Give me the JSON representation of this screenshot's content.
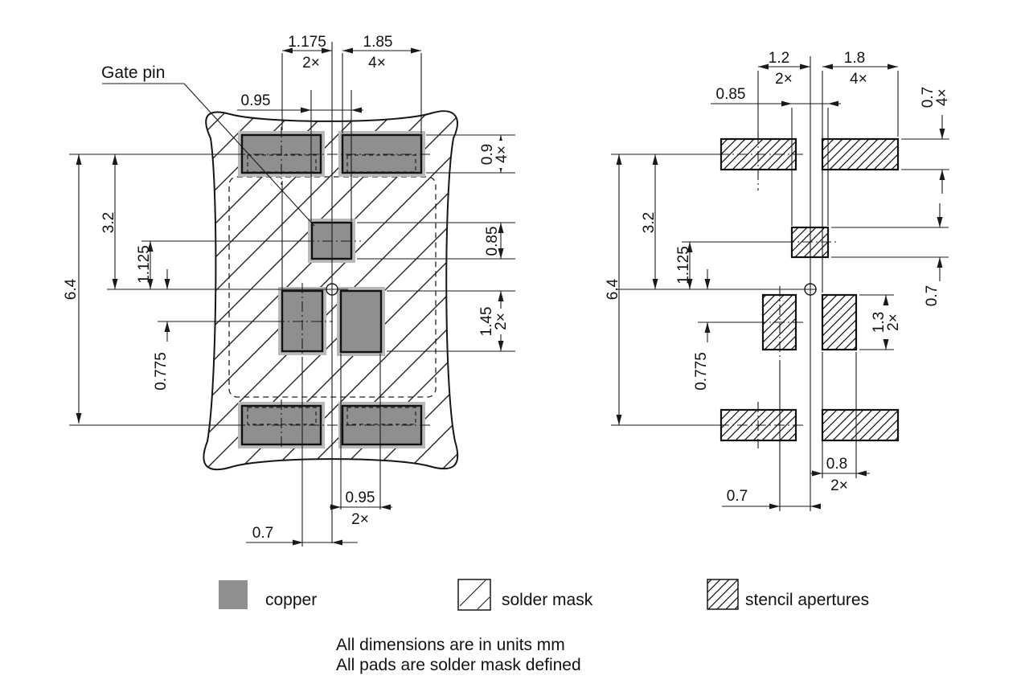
{
  "colors": {
    "copper": "#8f8f8f",
    "copper_halo": "#b9b9b9",
    "line": "#1a1a1a"
  },
  "labels": {
    "gate_pin": "Gate pin"
  },
  "left": {
    "pitch_top": {
      "v": "1.175",
      "n": "2×"
    },
    "top_pad_w": {
      "v": "1.85",
      "n": "4×"
    },
    "gate_w": {
      "v": "0.95"
    },
    "total_h": {
      "v": "6.4"
    },
    "top_h": {
      "v": "3.2"
    },
    "gate_y": {
      "v": "1.125"
    },
    "mid_y": {
      "v": "0.775"
    },
    "top_pad_h": {
      "v": "0.9",
      "n": "4×"
    },
    "gate_h": {
      "v": "0.85"
    },
    "mid_h": {
      "v": "1.45",
      "n": "2×"
    },
    "mid_w": {
      "v": "0.95",
      "n": "2×"
    },
    "mid_x": {
      "v": "0.7"
    }
  },
  "right": {
    "pitch_top": {
      "v": "1.2",
      "n": "2×"
    },
    "top_pad_w": {
      "v": "1.8",
      "n": "4×"
    },
    "center_w": {
      "v": "0.85"
    },
    "top_pad_h": {
      "v": "0.7",
      "n": "4×"
    },
    "total_h": {
      "v": "6.4"
    },
    "top_h": {
      "v": "3.2"
    },
    "center_y": {
      "v": "1.125"
    },
    "mid_y": {
      "v": "0.775"
    },
    "center_h": {
      "v": "0.7"
    },
    "mid_h": {
      "v": "1.3",
      "n": "2×"
    },
    "mid_w": {
      "v": "0.8",
      "n": "2×"
    },
    "mid_x": {
      "v": "0.7"
    }
  },
  "legend": [
    {
      "label": "copper"
    },
    {
      "label": "solder mask"
    },
    {
      "label": "stencil apertures"
    }
  ],
  "notes": [
    "All dimensions are in units mm",
    "All pads are solder mask defined"
  ]
}
